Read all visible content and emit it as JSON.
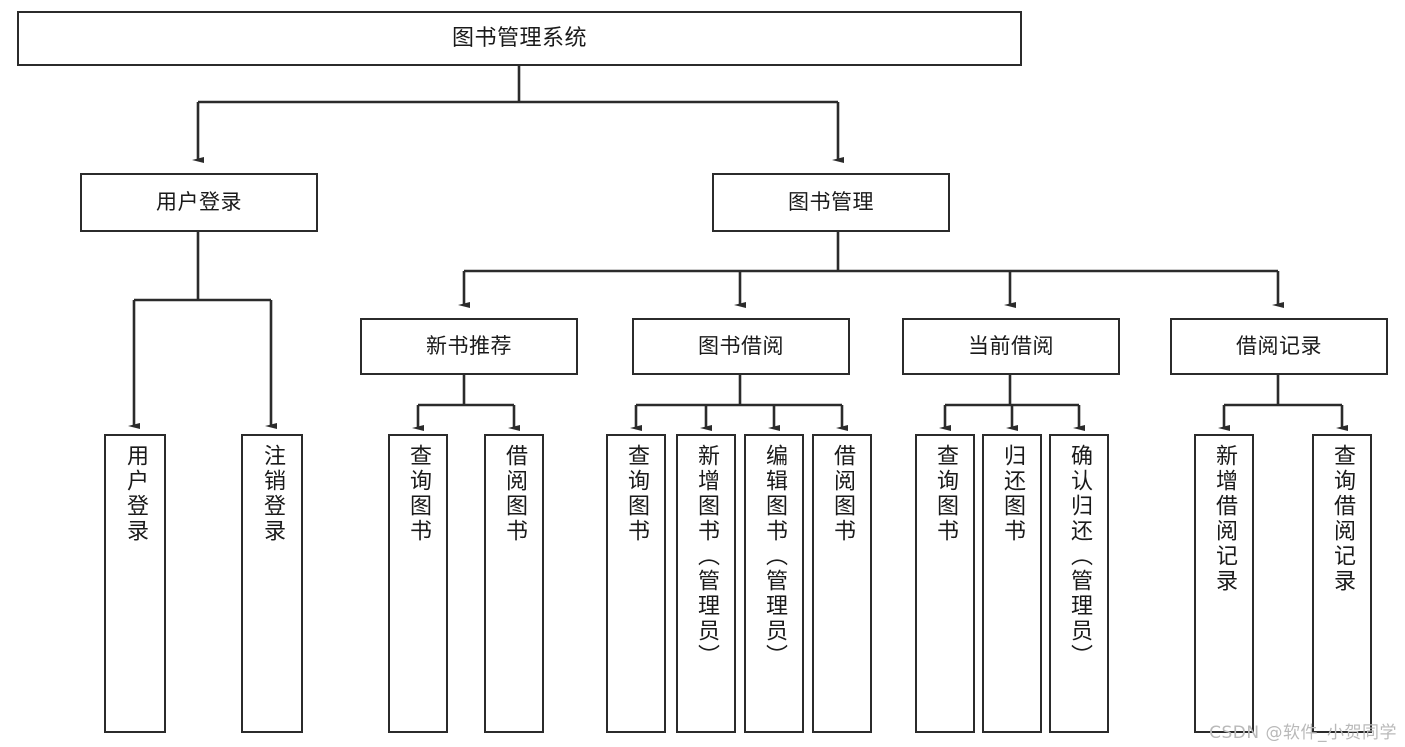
{
  "diagram": {
    "title": "图书管理系统",
    "type": "hierarchy-tree",
    "watermark": "CSDN @软件_小贺同学",
    "colors": {
      "stroke": "#2b2b2b",
      "fill": "#ffffff",
      "text": "#1a1a1a",
      "watermark": "#b9b9b9"
    },
    "nodes": {
      "root": {
        "label": "图书管理系统"
      },
      "level1": [
        {
          "label": "用户登录"
        },
        {
          "label": "图书管理"
        }
      ],
      "level2": [
        {
          "label": "新书推荐"
        },
        {
          "label": "图书借阅"
        },
        {
          "label": "当前借阅"
        },
        {
          "label": "借阅记录"
        }
      ],
      "leaves_login": [
        {
          "label": "用户登录"
        },
        {
          "label": "注销登录"
        }
      ],
      "leaves_newbook": [
        {
          "label": "查询图书"
        },
        {
          "label": "借阅图书"
        }
      ],
      "leaves_borrow": [
        {
          "label": "查询图书"
        },
        {
          "label": "新增图书（管理员）"
        },
        {
          "label": "编辑图书（管理员）"
        },
        {
          "label": "借阅图书"
        }
      ],
      "leaves_current": [
        {
          "label": "查询图书"
        },
        {
          "label": "归还图书"
        },
        {
          "label": "确认归还（管理员）"
        }
      ],
      "leaves_record": [
        {
          "label": "新增借阅记录"
        },
        {
          "label": "查询借阅记录"
        }
      ]
    }
  }
}
